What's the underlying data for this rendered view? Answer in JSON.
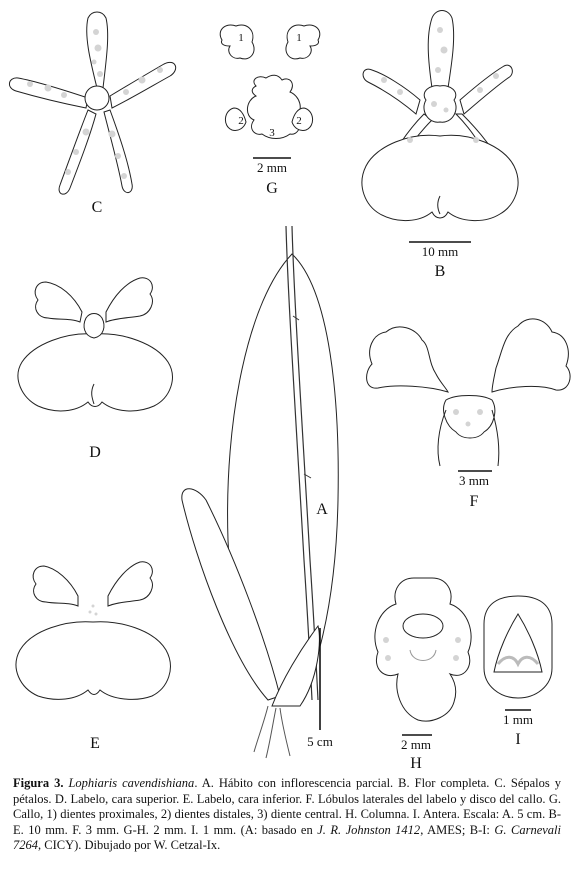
{
  "figure": {
    "panel_labels": {
      "A": "A",
      "B": "B",
      "C": "C",
      "D": "D",
      "E": "E",
      "F": "F",
      "G": "G",
      "H": "H",
      "I": "I"
    },
    "callus_numbers": {
      "proximal": "1",
      "distal": "2",
      "central": "3"
    },
    "scale_bars": {
      "A": "5 cm",
      "B": "10 mm",
      "F": "3 mm",
      "G": "2 mm",
      "H": "2 mm",
      "I": "1 mm"
    }
  },
  "caption": {
    "label": "Figura 3.",
    "species": "Lophiaris cavendishiana",
    "part1": ". A. Hábito con inflorescencia parcial. B. Flor completa. C. Sépalos y pétalos. D. Labelo, cara superior. E. Labelo, cara inferior. F. Lóbulos laterales del labelo y disco del callo. G. Callo, 1) dientes proximales, 2) dientes distales, 3) diente central. H. Columna. I. Antera. Escala: A. 5 cm. B-E. 10 mm. F. 3 mm. G-H. 2 mm. I. 1 mm. (A: basado en ",
    "ref1": "J. R. Johnston 1412",
    "part2": ", AMES; B-I: ",
    "ref2": "G. Carnevali 7264",
    "part3": ", CICY). Dibujado por W. Cetzal-Ix."
  }
}
